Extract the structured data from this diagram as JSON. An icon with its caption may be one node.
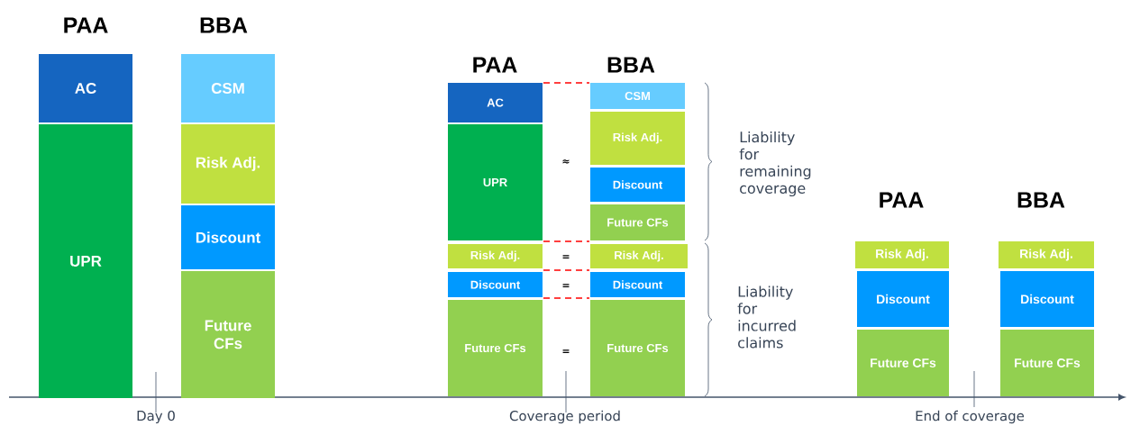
{
  "diagram": {
    "nodes": [
      {
        "text": [
          "AC"
        ]
      },
      {
        "text": [
          "UPR"
        ]
      },
      {
        "text": [
          "CSM"
        ]
      },
      {
        "text": [
          "Risk Adj."
        ]
      },
      {
        "text": [
          "Discount"
        ]
      },
      {
        "text": [
          "Future CFs"
        ]
      },
      {
        "text": [
          "AC"
        ]
      },
      {
        "text": [
          "UPR"
        ]
      },
      {
        "text": [
          "Risk Adj."
        ]
      },
      {
        "text": [
          "Discount"
        ]
      },
      {
        "text": [
          "Future CFs"
        ]
      },
      {
        "text": [
          "CSM"
        ]
      },
      {
        "text": [
          "Risk Adj."
        ]
      },
      {
        "text": [
          "Discount"
        ]
      },
      {
        "text": [
          "Future CFs"
        ]
      },
      {
        "text": [
          "Risk Adj."
        ]
      },
      {
        "text": [
          "Discount"
        ]
      },
      {
        "text": [
          "Future CFs"
        ]
      },
      {
        "text": [
          "Risk Adj."
        ]
      },
      {
        "text": [
          "Discount"
        ]
      },
      {
        "text": [
          "Future CFs"
        ]
      },
      {
        "text": [
          "Risk Adj."
        ]
      },
      {
        "text": [
          "Discount"
        ]
      },
      {
        "text": [
          "Future CFs"
        ]
      }
    ],
    "labels": [
      "PAA",
      "BBA",
      "PAA",
      "BBA",
      "≈",
      "=",
      "=",
      "=",
      "Liability for remaining coverage",
      "PAA",
      "BBA",
      "Liability for incurred claims",
      "Day 0",
      "Coverage period",
      "End of coverage"
    ]
  }
}
